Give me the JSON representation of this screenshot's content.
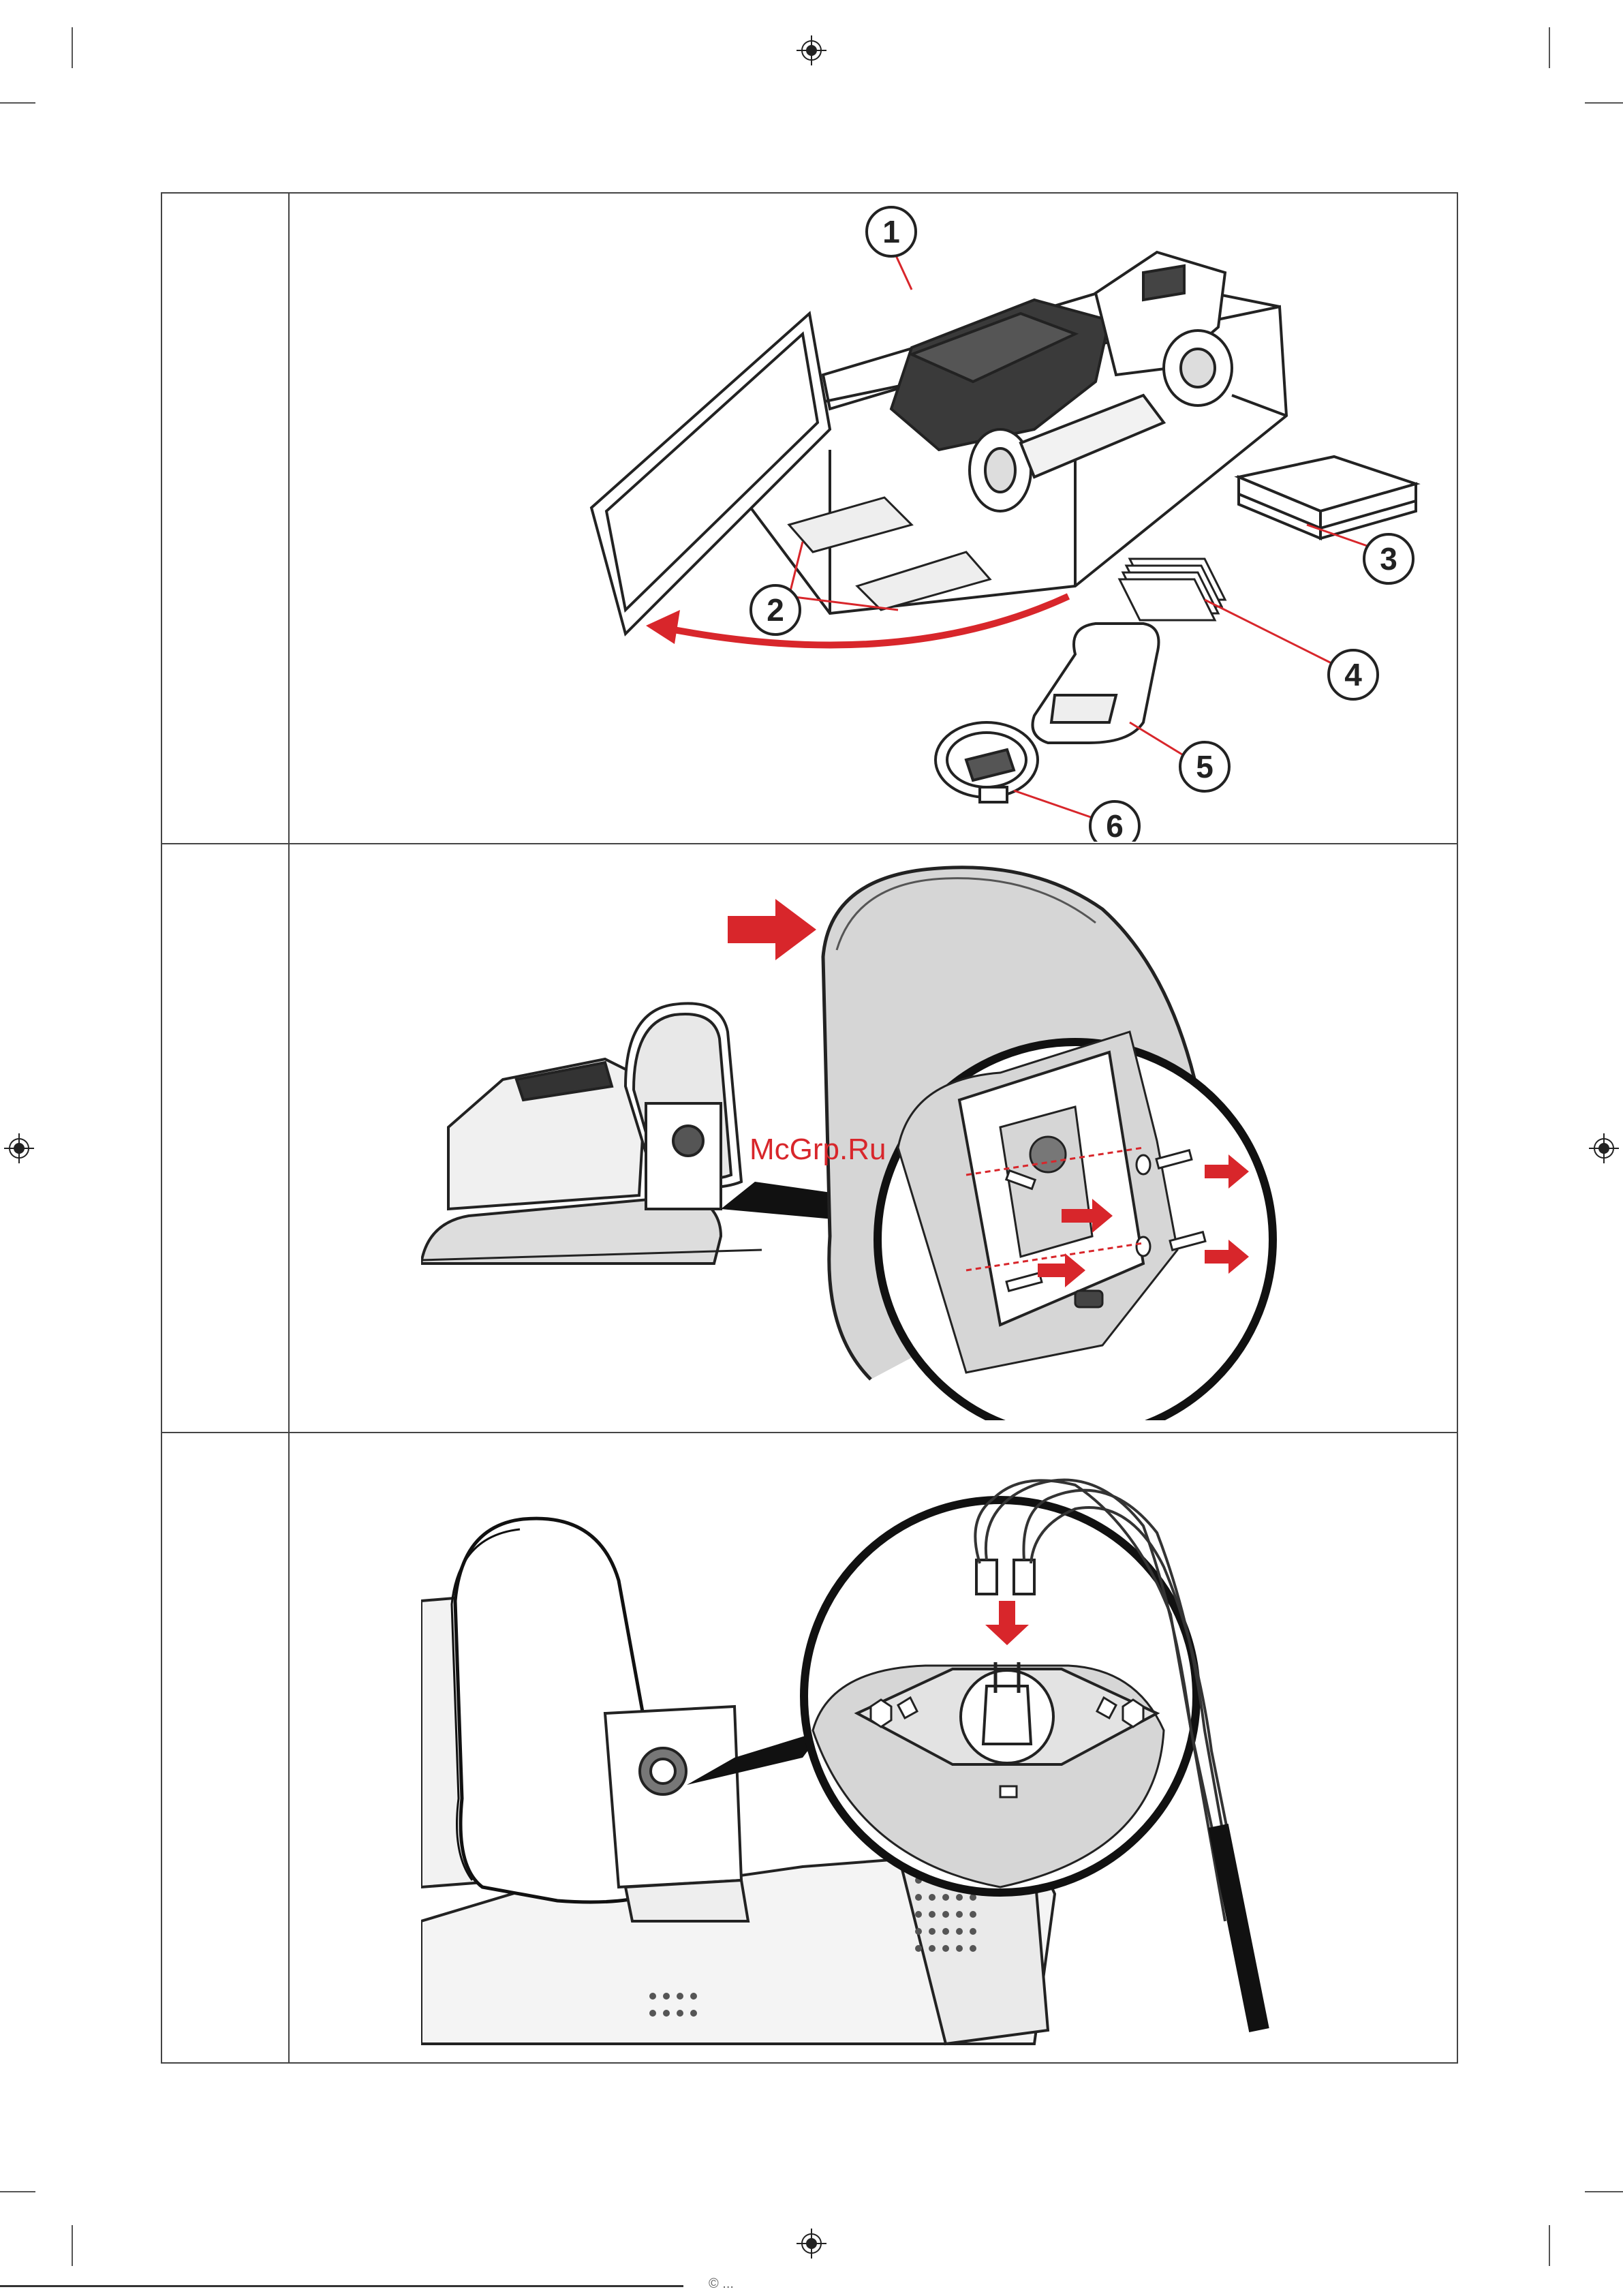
{
  "watermark": "McGrp.Ru",
  "steps": [
    {
      "number": ""
    },
    {
      "number": ""
    },
    {
      "number": ""
    }
  ],
  "panel1": {
    "callouts": [
      "1",
      "2",
      "3",
      "4",
      "5",
      "6"
    ]
  },
  "footer": {
    "text": "© ..."
  },
  "colors": {
    "arrow_red": "#d8262b",
    "line": "#222222",
    "seat_gray": "#d6d6d6"
  }
}
